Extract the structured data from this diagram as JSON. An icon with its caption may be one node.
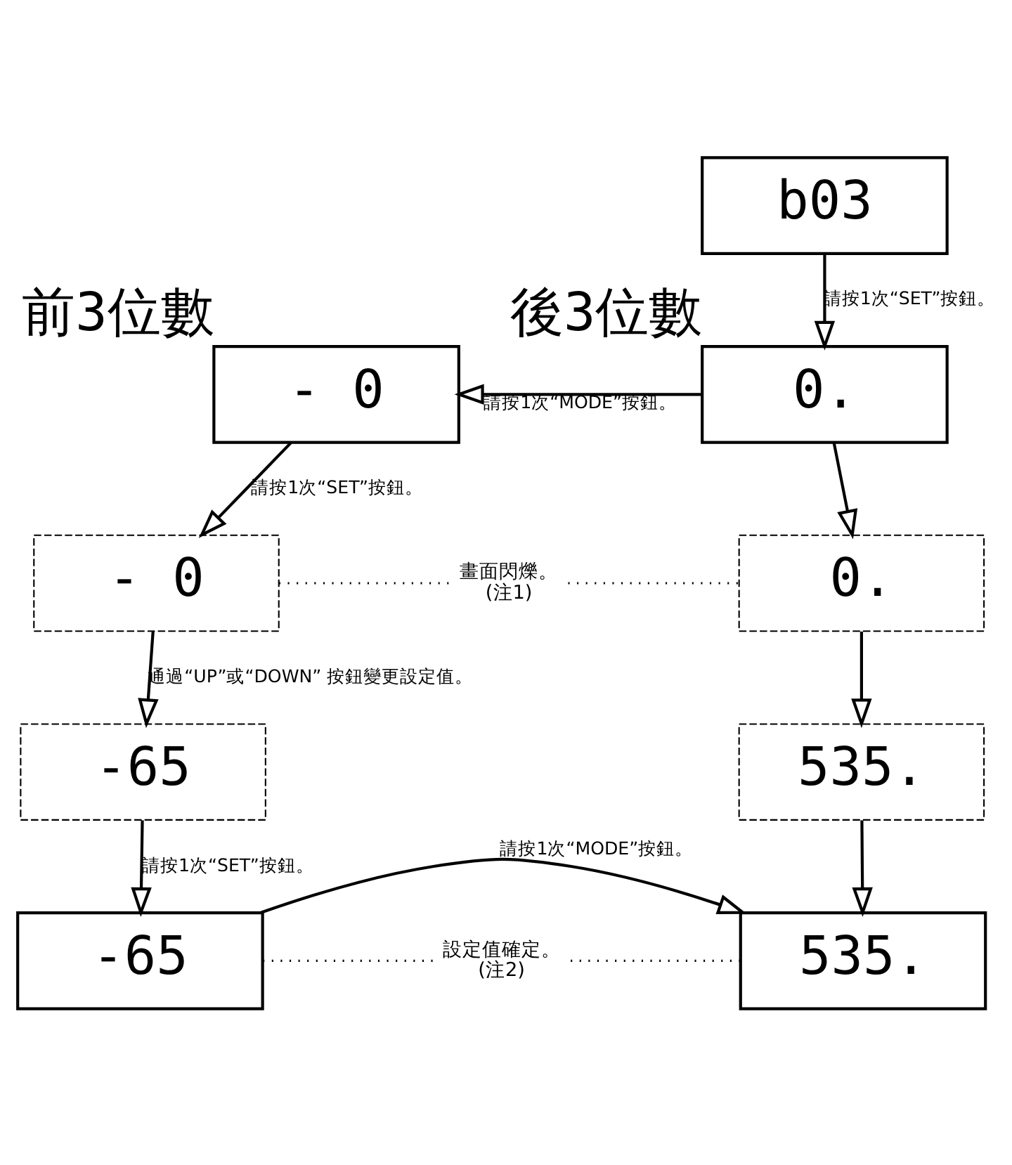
{
  "diagram": {
    "nodes": [
      {
        "text": [
          "b03"
        ]
      },
      {
        "text": [
          "- 0"
        ],
        "beside": [
          "前3位數"
        ]
      },
      {
        "text": [
          "0."
        ],
        "beside": [
          "後3位數"
        ]
      },
      {
        "text": [
          "- 0"
        ]
      },
      {
        "text": [
          "0."
        ]
      },
      {
        "text": [
          "-65"
        ]
      },
      {
        "text": [
          "535."
        ]
      },
      {
        "text": [
          "-65"
        ]
      },
      {
        "text": [
          "535."
        ]
      },
      {
        "text": [
          "畫面閃爍。",
          "(注1)"
        ]
      },
      {
        "text": [
          "設定值確定。",
          "(注2)"
        ]
      }
    ],
    "edges": [
      {
        "from": 0,
        "to": 2,
        "arrow": "to",
        "label": "請按1次“SET”按鈕。"
      },
      {
        "from": 2,
        "to": 1,
        "arrow": "to",
        "label": "請按1次“MODE”按鈕。"
      },
      {
        "from": 1,
        "to": 3,
        "arrow": "to",
        "label": "請按1次“SET”按鈕。"
      },
      {
        "from": 2,
        "to": 4,
        "arrow": "to"
      },
      {
        "from": 3,
        "to": 9,
        "arrow": "none",
        "style": "dashed"
      },
      {
        "from": 9,
        "to": 4,
        "arrow": "none",
        "style": "dashed"
      },
      {
        "from": 3,
        "to": 5,
        "arrow": "to",
        "label": "通過“UP”或“DOWN” 按鈕變更設定值。"
      },
      {
        "from": 4,
        "to": 6,
        "arrow": "to"
      },
      {
        "from": 5,
        "to": 7,
        "arrow": "to",
        "label": "請按1次“SET”按鈕。"
      },
      {
        "from": 6,
        "to": 8,
        "arrow": "to"
      },
      {
        "from": 7,
        "to": 10,
        "arrow": "none",
        "style": "dashed"
      },
      {
        "from": 10,
        "to": 8,
        "arrow": "none",
        "style": "dashed"
      },
      {
        "from": 7,
        "to": 8,
        "arrow": "to",
        "label": "請按1次“MODE”按鈕。"
      }
    ]
  }
}
